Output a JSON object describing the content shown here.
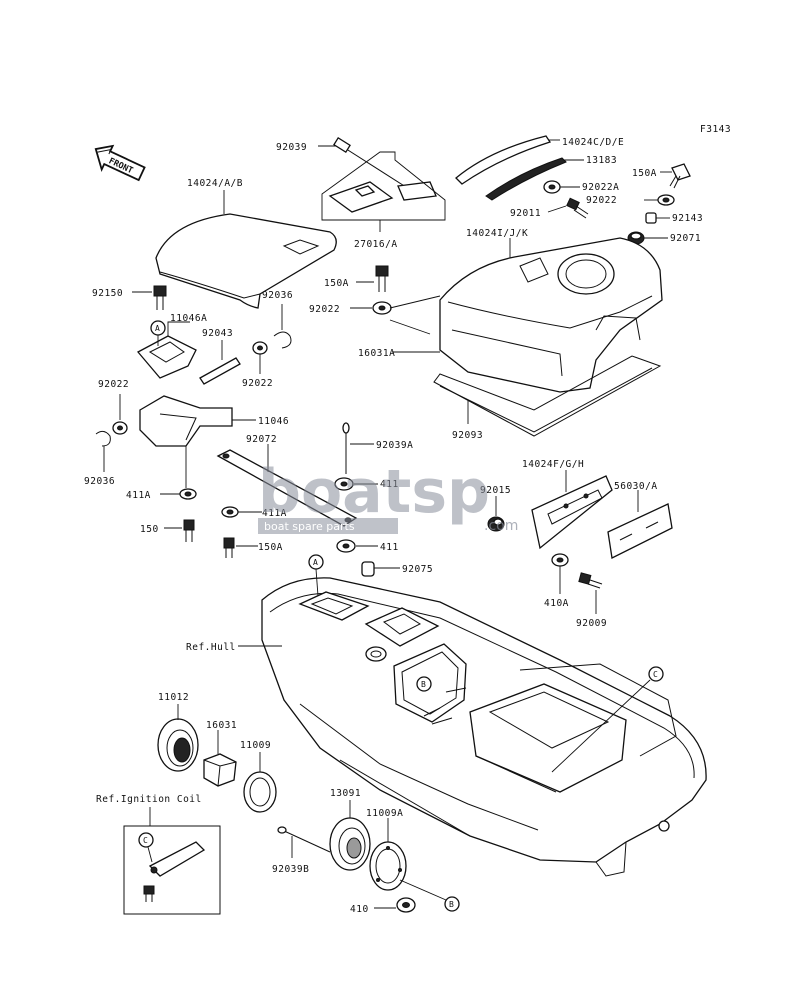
{
  "figure_code": "F3143",
  "front_label": "FRONT",
  "labels": {
    "l_92039_top": "92039",
    "l_14024cde": "14024C/D/E",
    "l_13183": "13183",
    "l_150a_r": "150A",
    "l_92022a": "92022A",
    "l_92011": "92011",
    "l_92022_r": "92022",
    "l_92143": "92143",
    "l_92071": "92071",
    "l_14024ab": "14024/A/B",
    "l_27016a": "27016/A",
    "l_14024ijk": "14024I/J/K",
    "l_150a_m": "150A",
    "l_92150": "92150",
    "l_11046a": "11046A",
    "l_92036_t": "92036",
    "l_92043": "92043",
    "l_92022_m": "92022",
    "l_16031a": "16031A",
    "l_92022_mid": "92022",
    "l_92022_l": "92022",
    "l_11046": "11046",
    "l_92093": "92093",
    "l_92072": "92072",
    "l_92039a": "92039A",
    "l_92036_l": "92036",
    "l_411a_l": "411A",
    "l_411_t": "411",
    "l_14024fgh": "14024F/G/H",
    "l_56030a": "56030/A",
    "l_92015": "92015",
    "l_411a_m": "411A",
    "l_150": "150",
    "l_411_b": "411",
    "l_150a_b": "150A",
    "l_92075": "92075",
    "l_410a": "410A",
    "l_92009": "92009",
    "l_refhull": "Ref.Hull",
    "l_11012": "11012",
    "l_16031": "16031",
    "l_11009": "11009",
    "l_refign": "Ref.Ignition Coil",
    "l_13091": "13091",
    "l_11009a": "11009A",
    "l_92039b": "92039B",
    "l_410": "410"
  },
  "callouts": {
    "a": "A",
    "b": "B",
    "c": "C"
  },
  "watermark": {
    "brand": "boatsp",
    "tagline": "boat spare parts",
    "suffix": ".com"
  }
}
